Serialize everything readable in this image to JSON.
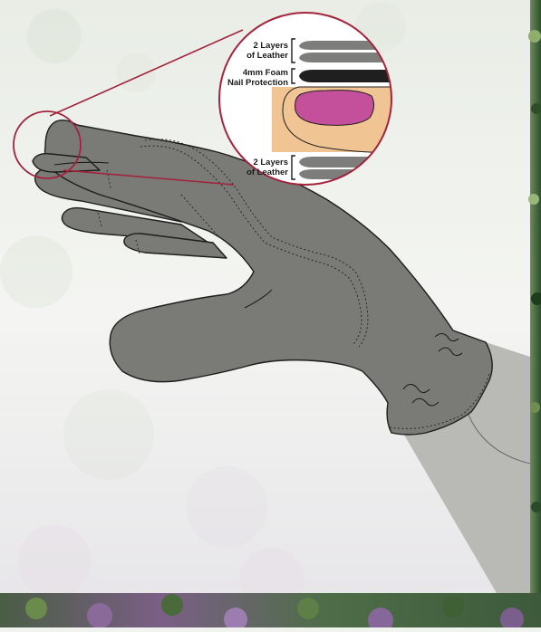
{
  "callouts": {
    "top_leather": {
      "line1": "2 Layers",
      "line2": "of Leather"
    },
    "foam": {
      "line1": "4mm Foam",
      "line2": "Nail Protection"
    },
    "bottom_leather": {
      "line1": "2 Layers",
      "line2": "of Leather"
    }
  },
  "colors": {
    "glove": "#7a7a77",
    "glove_outline": "#1e1e1e",
    "stitching": "#2a2a2a",
    "callout_circle": "#a3233c",
    "leather_layer": "#7d7d7b",
    "foam_layer": "#1f1f1f",
    "nail": "#c44f9a",
    "skin": "#f1c494",
    "sleeve": "#b9bab6",
    "background_foliage": "#3f6a3b"
  },
  "icons": [
    "glove-illustration",
    "magnifier-callout",
    "sleeve-shadow",
    "foliage-background"
  ]
}
